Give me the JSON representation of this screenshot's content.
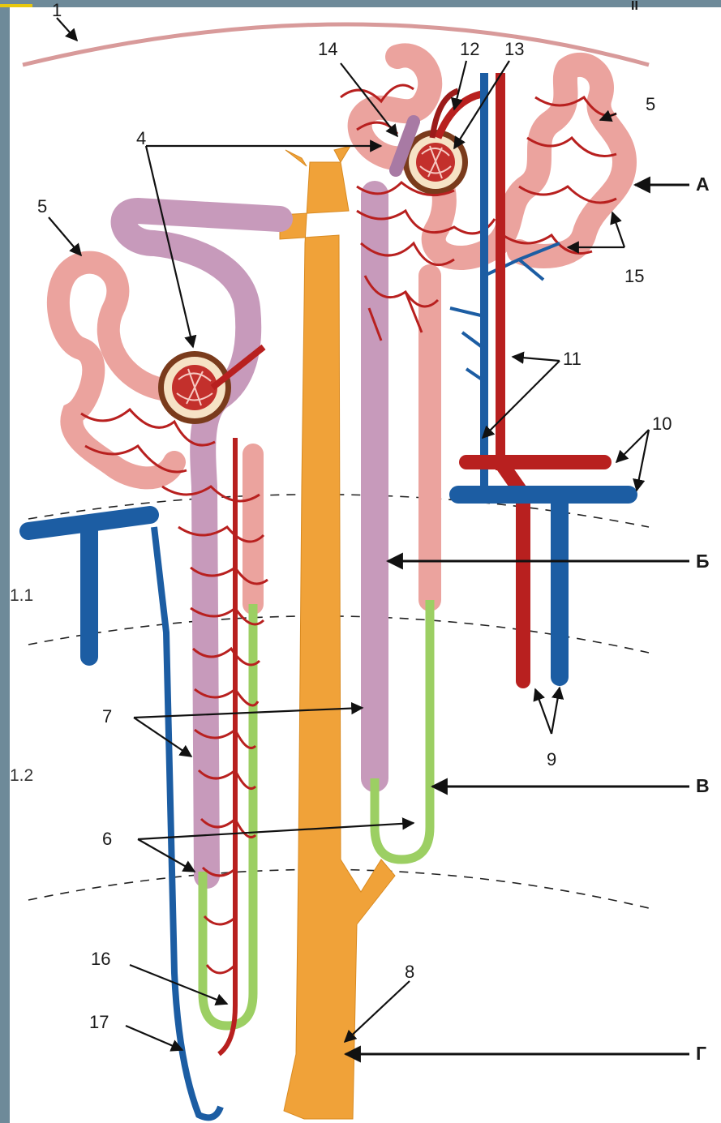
{
  "colors": {
    "frame": "#6e8a99",
    "accent": "#e7c80e",
    "capsule_line": "#d89a9a",
    "proximal_tubule": "#eba39e",
    "distal_tubule": "#c79abb",
    "thin_loop": "#9ccf63",
    "collecting_duct": "#f0a239",
    "artery": "#b8201f",
    "vein": "#1c5da3",
    "glomerulus_ring": "#7a3b1c",
    "text": "#1a1a1a"
  },
  "labels": {
    "n1": "1",
    "n4": "4",
    "n5_left": "5",
    "n5_right": "5",
    "n6": "6",
    "n7": "7",
    "n8": "8",
    "n9": "9",
    "n10": "10",
    "n11": "11",
    "n12": "12",
    "n13": "13",
    "n14": "14",
    "n15": "15",
    "n16": "16",
    "n17": "17",
    "zone_1_1": "1.1",
    "zone_1_2": "1.2",
    "A": "А",
    "B": "Б",
    "V": "В",
    "G": "Г",
    "corner": "II"
  }
}
